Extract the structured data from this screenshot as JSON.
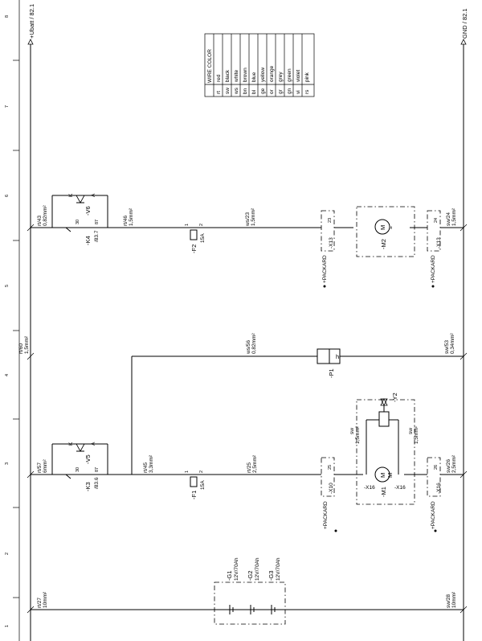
{
  "rails": {
    "left": "+Ubatt / 82.1",
    "right": "GND / 82.1"
  },
  "ruler": [
    "8",
    "7",
    "6",
    "5",
    "4",
    "3",
    "2",
    "1"
  ],
  "wire_color_table": {
    "title": "WIRE COLOR",
    "rows": [
      [
        "rt",
        "red"
      ],
      [
        "sw",
        "black"
      ],
      [
        "ws",
        "white"
      ],
      [
        "bn",
        "brown"
      ],
      [
        "bl",
        "blue"
      ],
      [
        "ge",
        "yellow"
      ],
      [
        "or",
        "orange"
      ],
      [
        "gr",
        "grey"
      ],
      [
        "gn",
        "green"
      ],
      [
        "vi",
        "violet"
      ],
      [
        "rs",
        "pink"
      ]
    ]
  },
  "wires": {
    "rt43": [
      "rt/43",
      "0,82mm²"
    ],
    "rt46": [
      "rt/46",
      "1,5mm²"
    ],
    "ws23": [
      "ws/23",
      "1,5mm²"
    ],
    "sw24": [
      "sw/24",
      "1,5mm²"
    ],
    "rt60": [
      "rt/60",
      "1,5mm²"
    ],
    "ws56": [
      "ws/56",
      "0,82mm²"
    ],
    "sw53": [
      "sw/53",
      "0,34mm²"
    ],
    "rt57": [
      "rt/57",
      "6mm²"
    ],
    "rt45": [
      "rt/45",
      "3,3mm²"
    ],
    "rt25": [
      "rt/25",
      "2,5mm²"
    ],
    "sw26": [
      "sw/26",
      "2,5mm²"
    ],
    "rt27": [
      "rt/27",
      "10mm²"
    ],
    "sw28": [
      "sw/28",
      "10mm²"
    ],
    "y2_left": [
      "sw",
      "1,5mm²"
    ],
    "y2_right": [
      "sw",
      "1,5mm²"
    ]
  },
  "components": {
    "v6": "-V6",
    "v5": "-V5",
    "k4": [
      "-K4",
      "/83.7"
    ],
    "k3": [
      "-K3",
      "/83.6"
    ],
    "f2": [
      "-F2",
      "15A"
    ],
    "f1": [
      "-F1",
      "15A"
    ],
    "m2": "-M2",
    "m1": "-M1",
    "p1": "-P1",
    "p1_symbol": "h",
    "y2": "-Y2",
    "x13a": "-X13",
    "x13b": "-X13",
    "x10": "-X10",
    "x16a": "-X16",
    "x16b": "-X16",
    "x16c": "-X16",
    "packard1": "+PACKARD",
    "packard2": "+PACKARD",
    "packard3": "+PACKARD",
    "packard4": "+PACKARD",
    "g1": [
      "-G1",
      "12V/70Ah"
    ],
    "g2": [
      "-G2",
      "12V/70Ah"
    ],
    "g3": [
      "-G3",
      "12V/70Ah"
    ],
    "motor_symbol": "M",
    "motor_tilde": "="
  },
  "pins": {
    "k4_30": "30",
    "k4_87": "87",
    "k3_30": "30",
    "k3_87": "87",
    "f2_1": "1",
    "f2_2": "2",
    "f1_1": "1",
    "f1_2": "2",
    "pin23": "23",
    "pin24": "24",
    "pin25": "25",
    "pin26": "26",
    "k": "K",
    "a": "A",
    "k2": "K",
    "a2": "A"
  }
}
